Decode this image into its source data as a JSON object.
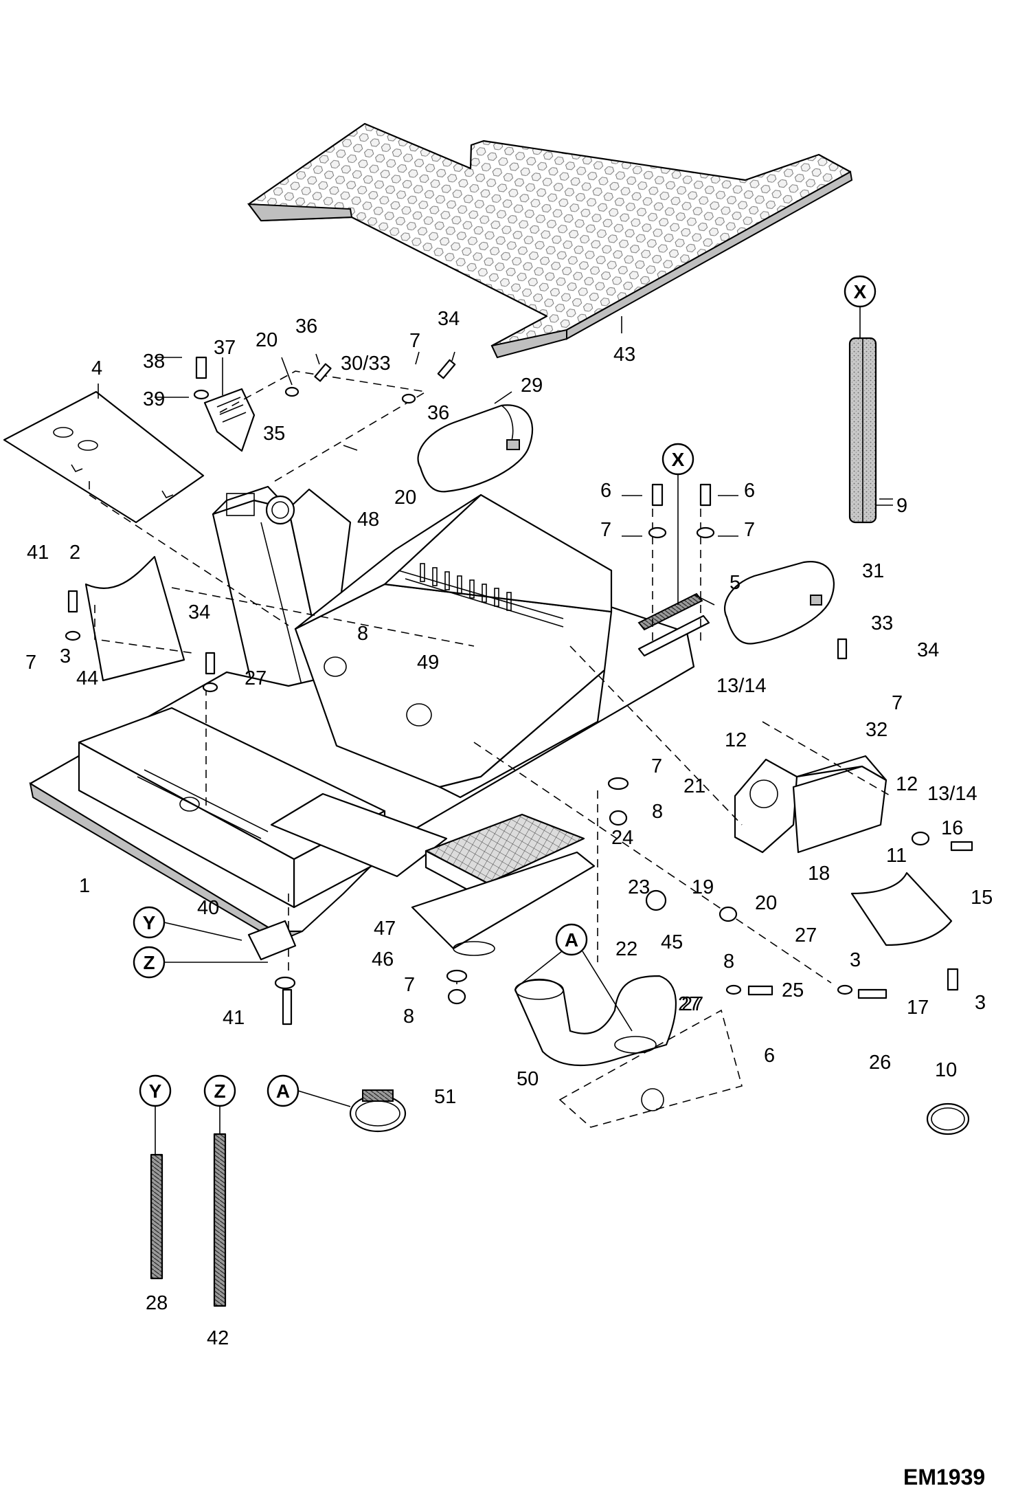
{
  "drawing": {
    "code": "EM1939"
  },
  "reference_markers": [
    {
      "label": "X"
    },
    {
      "label": "X"
    },
    {
      "label": "Y"
    },
    {
      "label": "Z"
    },
    {
      "label": "A"
    },
    {
      "label": "Y"
    },
    {
      "label": "Z"
    },
    {
      "label": "A"
    }
  ],
  "callouts": [
    "43",
    "9",
    "36",
    "34",
    "38",
    "37",
    "20",
    "30/33",
    "7",
    "29",
    "4",
    "39",
    "36",
    "35",
    "20",
    "6",
    "6",
    "7",
    "7",
    "48",
    "41",
    "2",
    "5",
    "31",
    "34",
    "8",
    "49",
    "33",
    "34",
    "7",
    "3",
    "27",
    "44",
    "13/14",
    "7",
    "32",
    "12",
    "7",
    "12",
    "13/14",
    "21",
    "8",
    "16",
    "1",
    "24",
    "11",
    "15",
    "18",
    "23",
    "19",
    "20",
    "40",
    "47",
    "27",
    "22",
    "45",
    "8",
    "3",
    "46",
    "7",
    "3",
    "17",
    "27",
    "8",
    "25",
    "27",
    "6",
    "26",
    "41",
    "50",
    "10",
    "51",
    "28",
    "42"
  ]
}
